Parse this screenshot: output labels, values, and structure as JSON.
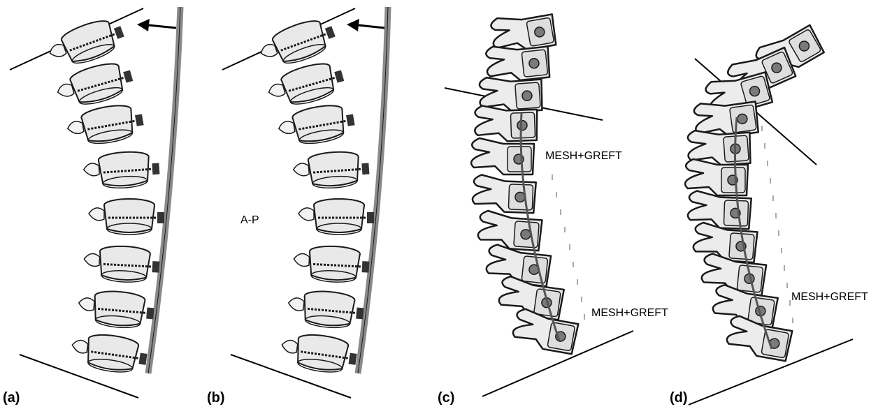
{
  "panels": [
    {
      "label": "(a)"
    },
    {
      "label": "(b)",
      "annotation": "A-P"
    },
    {
      "label": "(c)",
      "annotation_upper": "MESH+GREFT",
      "annotation_lower": "MESH+GREFT"
    },
    {
      "label": "(d)",
      "annotation": "MESH+GREFT"
    }
  ],
  "colors": {
    "bone_fill": "#e9e9e9",
    "outline": "#1a1a1a",
    "rod": "#8a8a8a",
    "screw": "#7a7a7a"
  },
  "icons": [
    "left-arrow-icon"
  ]
}
